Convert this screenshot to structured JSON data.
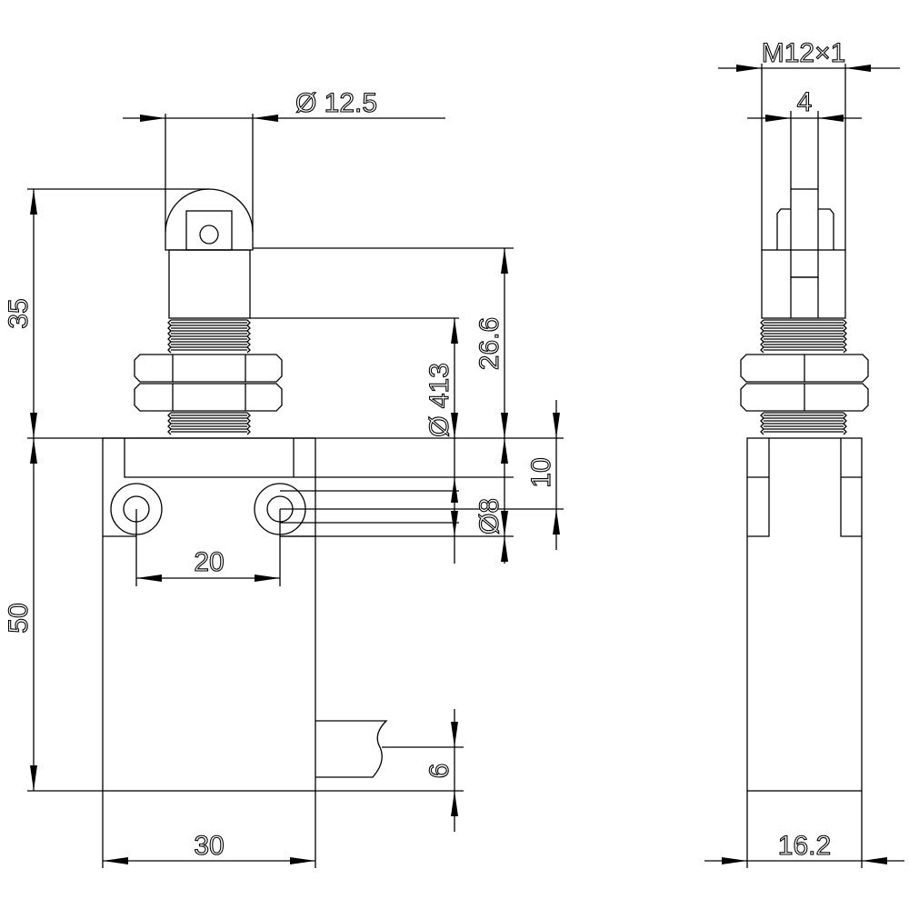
{
  "drawing": {
    "stroke_color": "#000000",
    "background_color": "#ffffff",
    "front_view": {
      "roller_diameter": "Ø 12.5",
      "actuator_height": "35",
      "body_height": "50",
      "plunger_length": "26.6",
      "thread_length": "Ø 413",
      "hole_offset": "10",
      "hole_diameter": "Ø8",
      "hole_spacing": "20",
      "body_width": "30",
      "cable_diameter": "6"
    },
    "side_view": {
      "thread_spec": "M12×1",
      "roller_width": "4",
      "body_depth": "16.2"
    }
  }
}
